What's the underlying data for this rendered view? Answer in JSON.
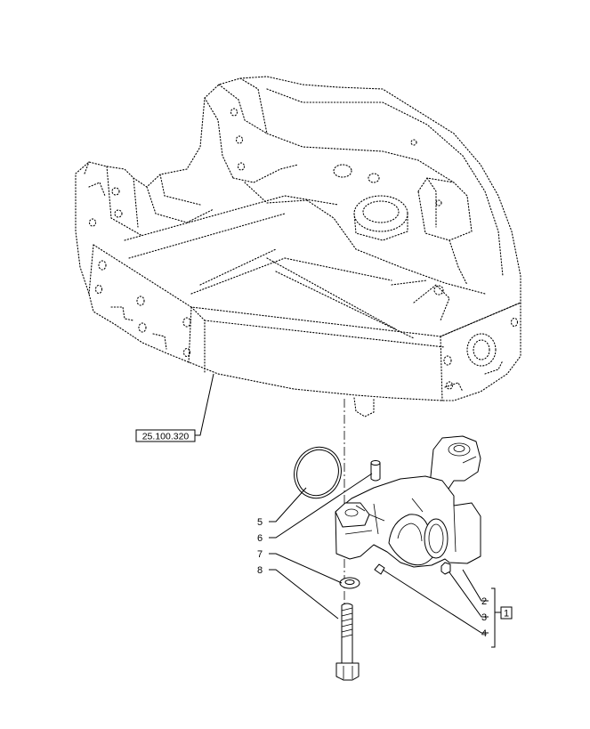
{
  "reference_label": "25.100.320",
  "callouts": [
    {
      "id": "c2",
      "number": "2"
    },
    {
      "id": "c3",
      "number": "3"
    },
    {
      "id": "c4",
      "number": "4"
    },
    {
      "id": "c5",
      "number": "5"
    },
    {
      "id": "c6",
      "number": "6"
    },
    {
      "id": "c7",
      "number": "7"
    },
    {
      "id": "c8",
      "number": "8"
    }
  ],
  "kit_label": "1"
}
